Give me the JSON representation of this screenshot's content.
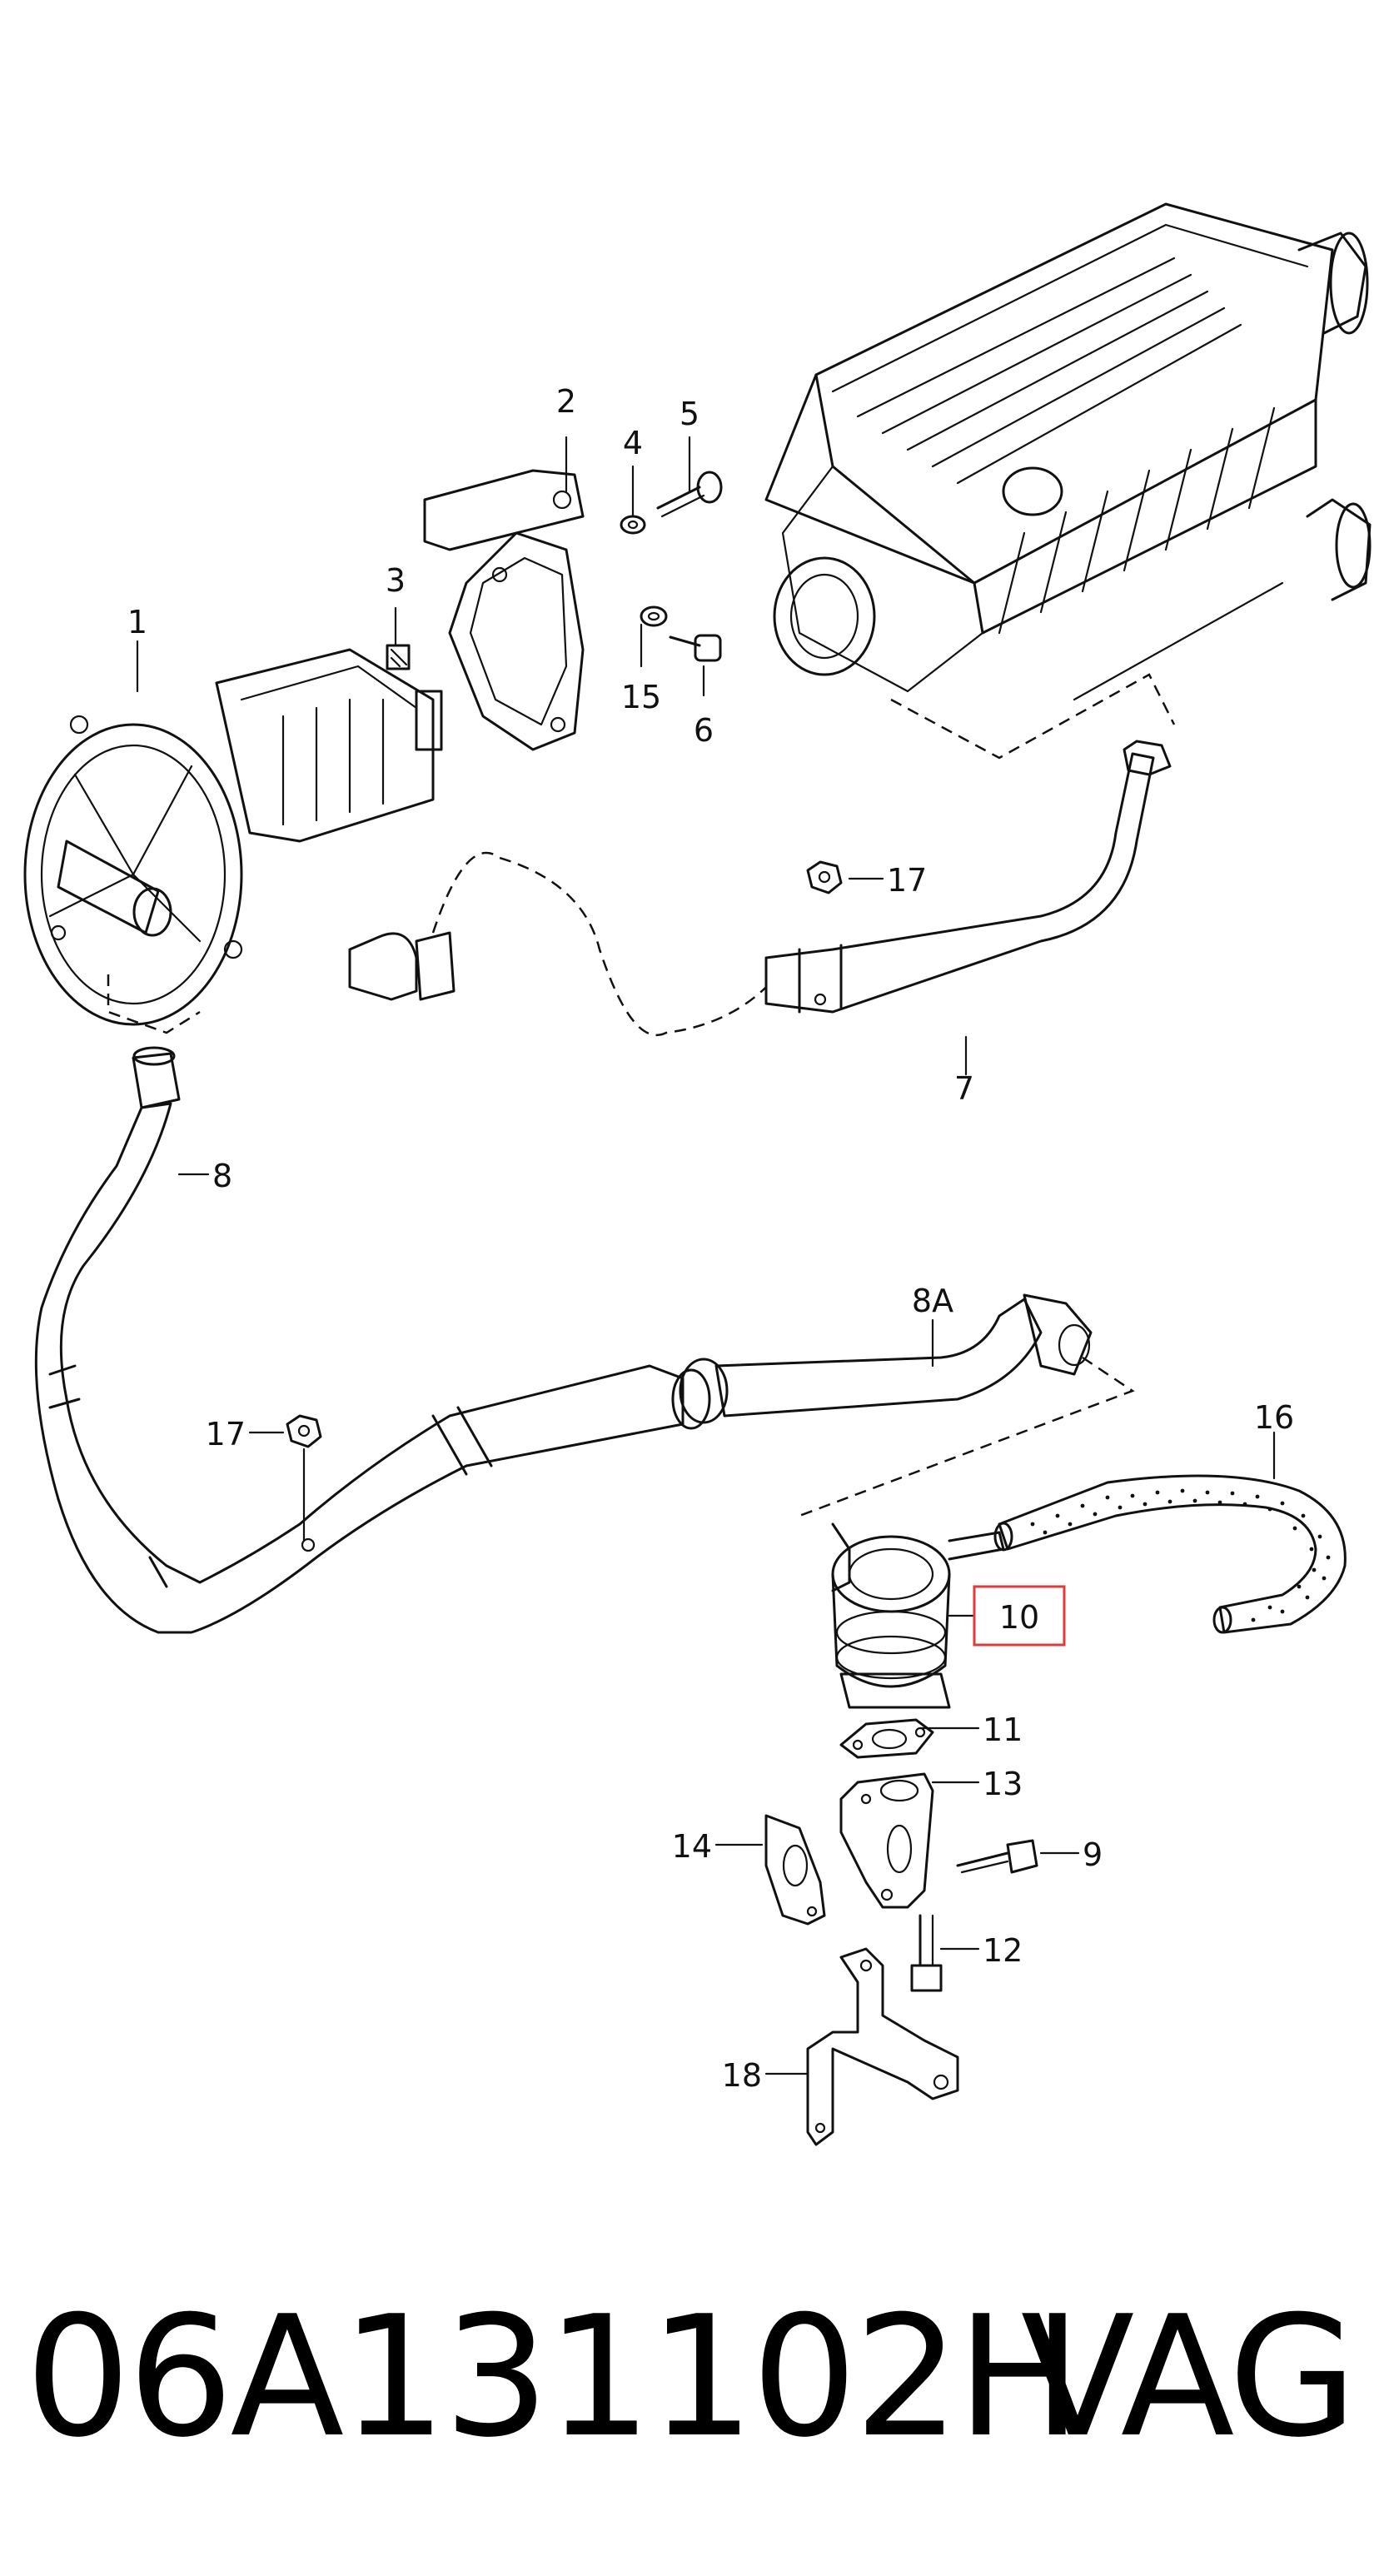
{
  "callouts": {
    "c1": "1",
    "c2": "2",
    "c3": "3",
    "c4": "4",
    "c5": "5",
    "c6": "6",
    "c7": "7",
    "c8": "8",
    "c8a": "8A",
    "c9": "9",
    "c10": "10",
    "c11": "11",
    "c12": "12",
    "c13": "13",
    "c14": "14",
    "c15": "15",
    "c16": "16",
    "c17a": "17",
    "c17b": "17",
    "c18": "18"
  },
  "highlight_color": "#e03a3a",
  "footer": {
    "part_number": "06A131102H",
    "brand": "VAG"
  }
}
